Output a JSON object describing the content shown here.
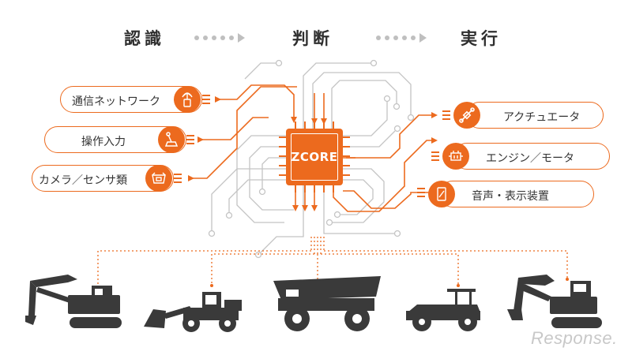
{
  "stages": [
    "認識",
    "判断",
    "実行"
  ],
  "core": {
    "logo": "ZCORE"
  },
  "inputs": [
    {
      "label": "通信ネットワーク",
      "icon": "antenna-icon"
    },
    {
      "label": "操作入力",
      "icon": "joystick-icon"
    },
    {
      "label": "カメラ／センサ類",
      "icon": "camera-icon"
    }
  ],
  "outputs": [
    {
      "label": "アクチュエータ",
      "icon": "actuator-icon"
    },
    {
      "label": "エンジン／モータ",
      "icon": "engine-icon"
    },
    {
      "label": "音声・表示装置",
      "icon": "display-icon"
    }
  ],
  "machines": [
    "excavator",
    "wheel-loader",
    "dump-truck",
    "road-roller",
    "demolition-machine"
  ],
  "watermark": "Response.",
  "colors": {
    "accent": "#ec6a1e",
    "line": "#bdbdbd",
    "machine": "#3a3a3a"
  }
}
